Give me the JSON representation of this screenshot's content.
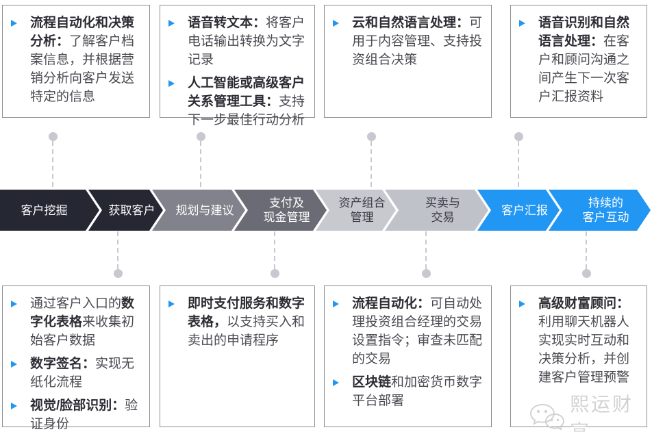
{
  "stages": [
    {
      "label": "客户挖掘",
      "bg": "#252733",
      "color": "#ffffff"
    },
    {
      "label": "获取客户",
      "bg": "#252733",
      "color": "#ffffff"
    },
    {
      "label": "规划与建议",
      "bg": "#82828c",
      "color": "#ffffff"
    },
    {
      "label": "支付及\n现金管理",
      "bg": "#6b6b76",
      "color": "#ffffff"
    },
    {
      "label": "资产组合\n管理",
      "bg": "#c7c9cf",
      "color": "#3a3a44"
    },
    {
      "label": "买卖与\n交易",
      "bg": "#c0c2c9",
      "color": "#3a3a44"
    },
    {
      "label": "客户汇报",
      "bg": "#2196f3",
      "color": "#ffffff"
    },
    {
      "label": "持续的\n客户互动",
      "bg": "#2196f3",
      "color": "#ffffff"
    }
  ],
  "top_boxes": [
    {
      "items": [
        {
          "pre": "",
          "bold": "流程自动化和决策分析：",
          "rest": "了解客户档案信息，并根据营销分析向客户发送特定的信息"
        }
      ]
    },
    {
      "items": [
        {
          "pre": "",
          "bold": "语音转文本：",
          "rest": "将客户电话输出转换为文字记录"
        },
        {
          "pre": "",
          "bold": "人工智能或高级客户关系管理工具：",
          "rest": "支持下一步最佳行动分析"
        }
      ]
    },
    {
      "items": [
        {
          "pre": "",
          "bold": "云和自然语言处理：",
          "rest": "可用于内容管理、支持投资组合决策"
        }
      ]
    },
    {
      "items": [
        {
          "pre": "",
          "bold": "语音识别和自然语言处理：",
          "rest": "在客户和顾问沟通之间产生下一次客户汇报资料"
        }
      ]
    }
  ],
  "bottom_boxes": [
    {
      "items": [
        {
          "pre": "通过客户入口的",
          "bold": "数字化表格",
          "rest": "来收集初始客户数据"
        },
        {
          "pre": "",
          "bold": "数字签名：",
          "rest": "实现无纸化流程"
        },
        {
          "pre": "",
          "bold": "视觉/脸部识别：",
          "rest": "验证身份"
        }
      ]
    },
    {
      "items": [
        {
          "pre": "",
          "bold": "即时支付服务和数字表格，",
          "rest": "以支持买入和卖出的申请程序"
        }
      ]
    },
    {
      "items": [
        {
          "pre": "",
          "bold": "流程自动化：",
          "rest": "可自动处理投资组合经理的交易设置指令；审查未匹配的交易"
        },
        {
          "pre": "",
          "bold": "区块链",
          "rest": "和加密货币数字平台部署"
        }
      ]
    },
    {
      "items": [
        {
          "pre": "",
          "bold": "高级财富顾问：",
          "rest": "利用聊天机器人实现实时互动和决策分析，并创建客户管理预警"
        }
      ]
    }
  ],
  "watermark": {
    "label": "熙运财富",
    "icon": "wechat-bubbles-icon"
  },
  "colors": {
    "accent_blue": "#2196f3",
    "stage_dark": "#252733",
    "stage_gray": "#82828c",
    "stage_gray_dark": "#6b6b76",
    "stage_light": "#c7c9cf",
    "box_border": "#8c8c94",
    "connector": "#c8c8d0",
    "text_regular": "#4a4a52",
    "text_bold": "#2c2c34",
    "watermark_gray": "#d2d2d2"
  }
}
